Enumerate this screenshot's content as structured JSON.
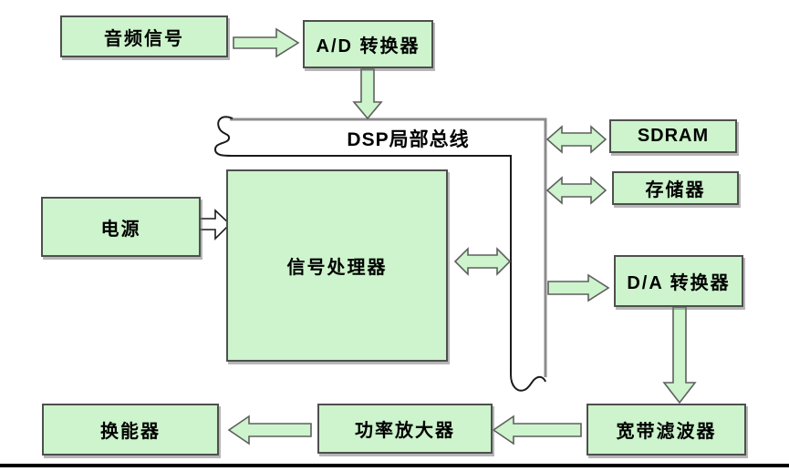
{
  "diagram": {
    "type": "block-diagram",
    "nodes": {
      "audio_signal": {
        "label": "音频信号"
      },
      "ad_converter": {
        "label": "A/D 转换器"
      },
      "bus": {
        "label": "DSP局部总线"
      },
      "sdram": {
        "label": "SDRAM"
      },
      "memory": {
        "label": "存储器"
      },
      "power": {
        "label": "电源"
      },
      "processor": {
        "label": "信号处理器"
      },
      "da_converter": {
        "label": "D/A 转换器"
      },
      "filter": {
        "label": "宽带滤波器"
      },
      "amplifier": {
        "label": "功率放大器"
      },
      "transducer": {
        "label": "换能器"
      }
    },
    "edges": [
      {
        "from": "音频信号",
        "to": "A/D 转换器",
        "direction": "right"
      },
      {
        "from": "A/D 转换器",
        "to": "DSP局部总线",
        "direction": "down"
      },
      {
        "from": "DSP局部总线",
        "to": "SDRAM",
        "direction": "both"
      },
      {
        "from": "DSP局部总线",
        "to": "存储器",
        "direction": "both"
      },
      {
        "from": "电源",
        "to": "信号处理器",
        "direction": "right"
      },
      {
        "from": "信号处理器",
        "to": "DSP局部总线",
        "direction": "both"
      },
      {
        "from": "DSP局部总线",
        "to": "D/A 转换器",
        "direction": "right"
      },
      {
        "from": "D/A 转换器",
        "to": "宽带滤波器",
        "direction": "down"
      },
      {
        "from": "宽带滤波器",
        "to": "功率放大器",
        "direction": "left"
      },
      {
        "from": "功率放大器",
        "to": "换能器",
        "direction": "left"
      }
    ],
    "colors": {
      "background": "#ffffff",
      "box_fill": "#cdf4cc",
      "box_border": "#4f4f4f",
      "arrow_fill": "#cdf4cc",
      "arrow_outline": "#5f5f5f",
      "bus_line_gray": "#8c8c8c",
      "bus_line_dark": "#1a1a1a",
      "rule_color": "#000000",
      "text_color": "#000000"
    }
  }
}
